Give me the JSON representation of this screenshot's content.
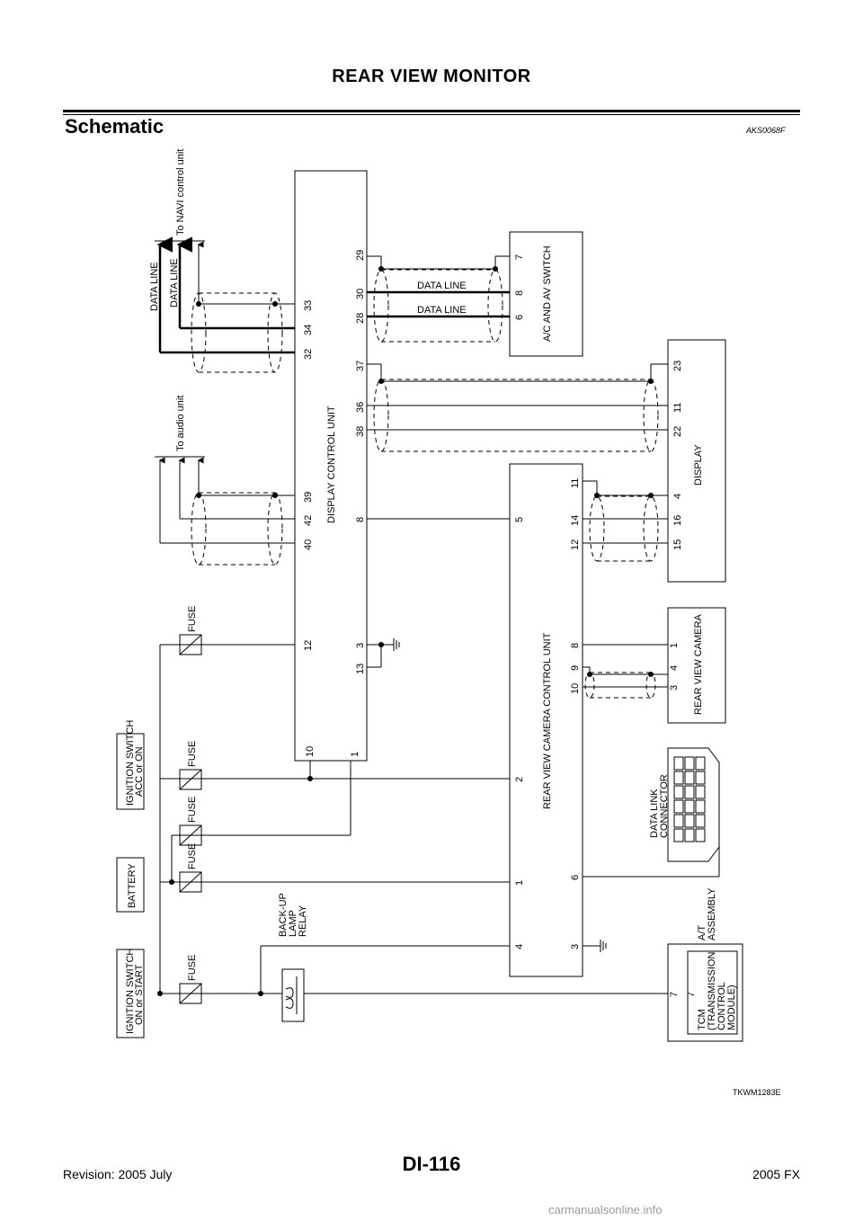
{
  "header": {
    "title": "REAR VIEW MONITOR"
  },
  "section": {
    "title": "Schematic",
    "code": "AKS0068F"
  },
  "diagram": {
    "display_control_unit": "DISPLAY CONTROL UNIT",
    "rear_camera_control_unit": "REAR VIEW CAMERA CONTROL UNIT",
    "ac_av_switch": "A/C AND AV SWITCH",
    "display": "DISPLAY",
    "rear_view_camera": "REAR VIEW CAMERA",
    "data_link_connector": [
      "DATA LINK",
      "CONNECTOR"
    ],
    "at_assembly": [
      "A/T",
      "ASSEMBLY"
    ],
    "tcm": [
      "TCM",
      "(TRANSMISSION",
      "CONTROL",
      "MODULE)"
    ],
    "ign_acc_on": [
      "IGNITION SWITCH",
      "ACC or ON"
    ],
    "battery": "BATTERY",
    "ign_on_start": [
      "IGNITION SWITCH",
      "ON or START"
    ],
    "backup_relay": [
      "BACK-UP",
      "LAMP",
      "RELAY"
    ],
    "fuse": "FUSE",
    "data_line": "DATA LINE",
    "to_navi": "To NAVI control unit",
    "to_audio": "To audio unit",
    "figure_code": "TKWM1283E",
    "pins": {
      "dcu_top": [
        "40",
        "42",
        "39",
        "32",
        "34",
        "33"
      ],
      "dcu_bottom": [
        "38",
        "36",
        "37",
        "28",
        "30",
        "29"
      ],
      "dcu_12": "12",
      "dcu_13": "13",
      "dcu_3": "3",
      "dcu_8": "8",
      "dcu_10": "10",
      "dcu_1": "1",
      "av": [
        "6",
        "8",
        "7"
      ],
      "disp": [
        "15",
        "16",
        "4",
        "22",
        "11",
        "23"
      ],
      "rvcu_top": [
        "4",
        "1",
        "2",
        "5"
      ],
      "rvcu_bottom": [
        "3",
        "6",
        "10",
        "9",
        "8",
        "12",
        "14",
        "11"
      ],
      "cam": [
        "3",
        "4",
        "1"
      ],
      "tcm": [
        "7",
        "7"
      ]
    }
  },
  "footer": {
    "revision": "Revision: 2005 July",
    "page": "DI-116",
    "model": "2005 FX"
  },
  "watermark": "carmanualsonline.info"
}
